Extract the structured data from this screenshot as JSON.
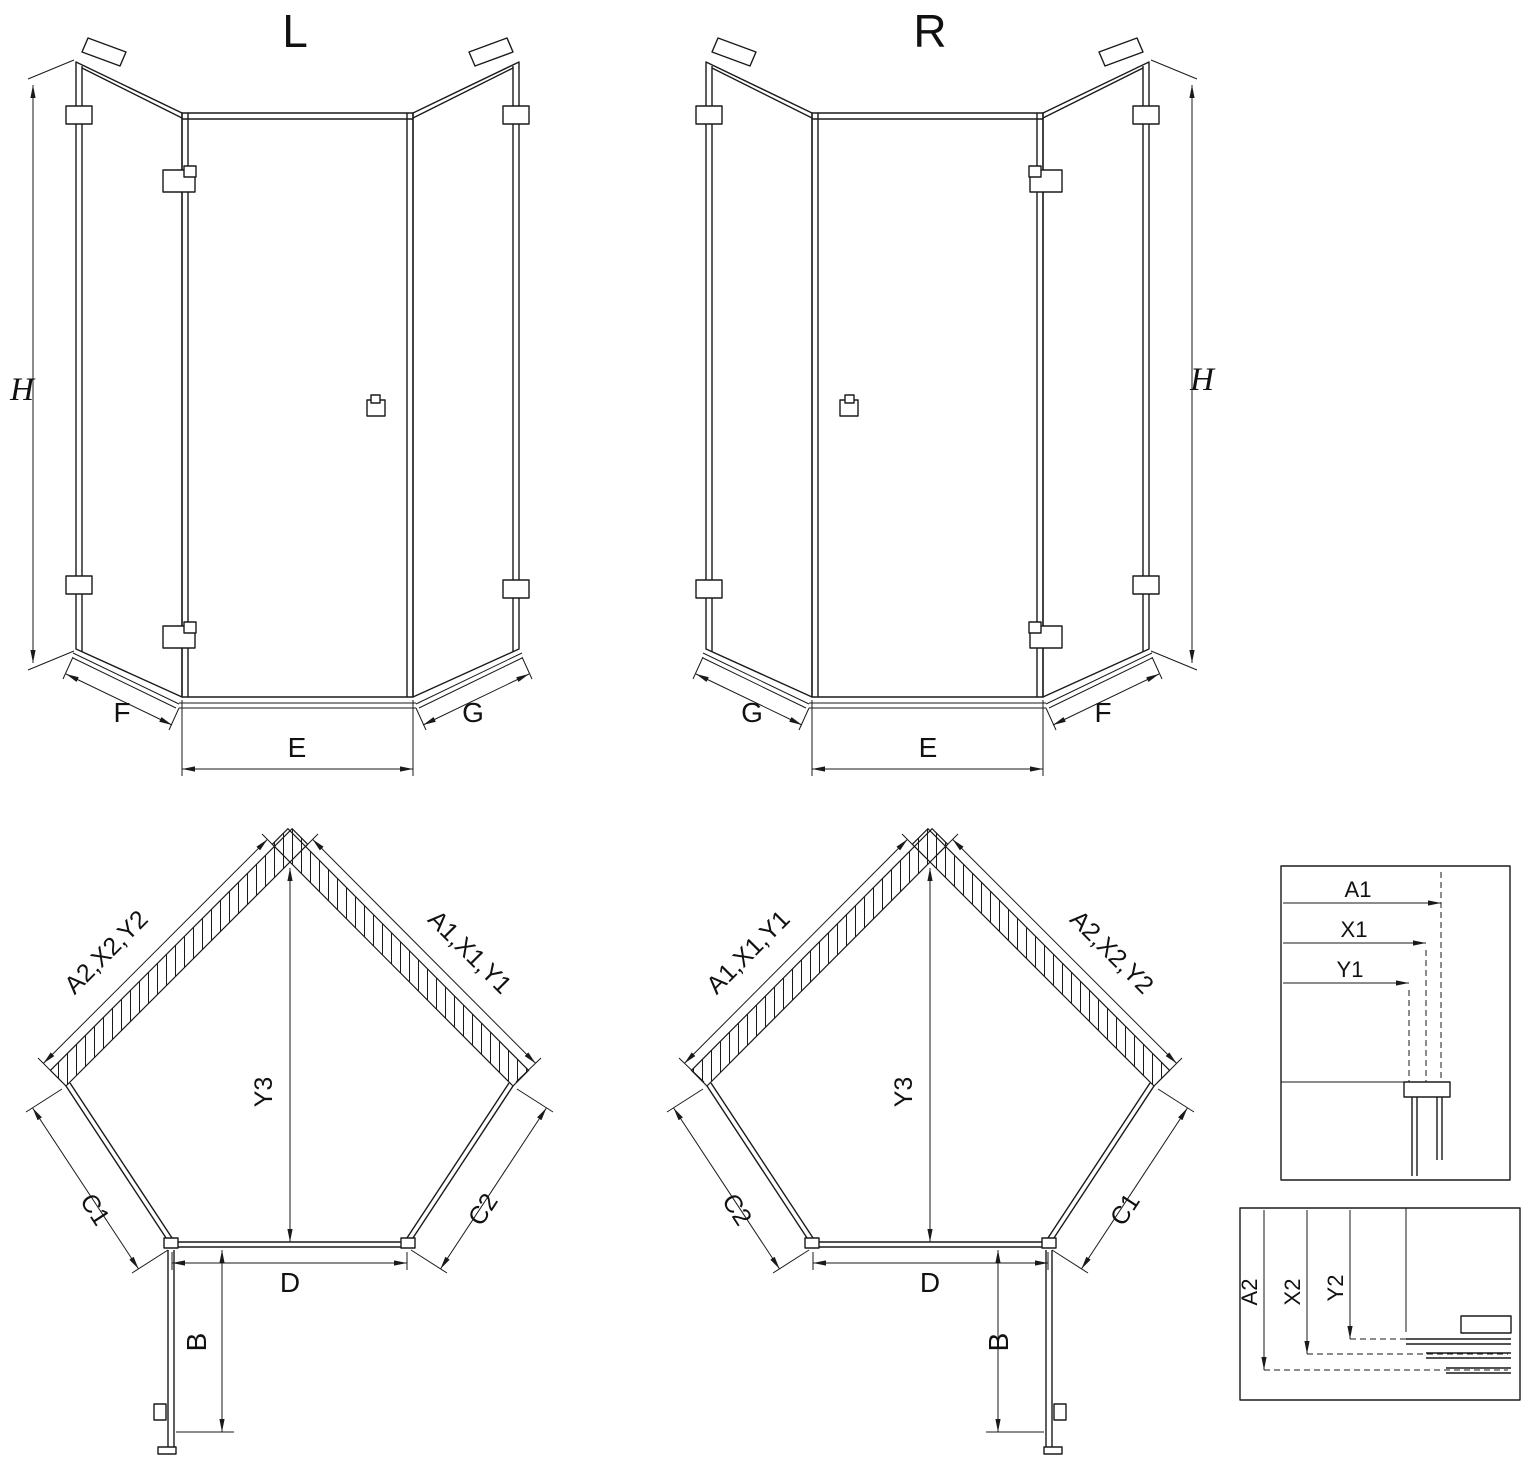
{
  "title": "Pentagonal shower enclosure technical drawing, left (L) and right (R) versions",
  "front_views": {
    "left": {
      "label": "L",
      "height": "H",
      "bottom_left": "F",
      "bottom_center": "E",
      "bottom_right": "G"
    },
    "right": {
      "label": "R",
      "height": "H",
      "bottom_left": "G",
      "bottom_center": "E",
      "bottom_right": "F"
    }
  },
  "plan_views": {
    "left": {
      "upper_left": "A2,X2,Y2",
      "upper_right": "A1,X1,Y1",
      "diagonal_depth": "Y3",
      "lower_left": "C1",
      "lower_right": "C2",
      "door_width": "D",
      "door_projection": "B"
    },
    "right": {
      "upper_left": "A1,X1,Y1",
      "upper_right": "A2,X2,Y2",
      "diagonal_depth": "Y3",
      "lower_left": "C2",
      "lower_right": "C1",
      "door_width": "D",
      "door_projection": "B"
    }
  },
  "detail_views": {
    "top": {
      "labels": [
        "A1",
        "X1",
        "Y1"
      ]
    },
    "bottom": {
      "labels": [
        "A2",
        "X2",
        "Y2"
      ]
    }
  },
  "colors": {
    "line": "#1a1a1a",
    "background": "#ffffff"
  }
}
